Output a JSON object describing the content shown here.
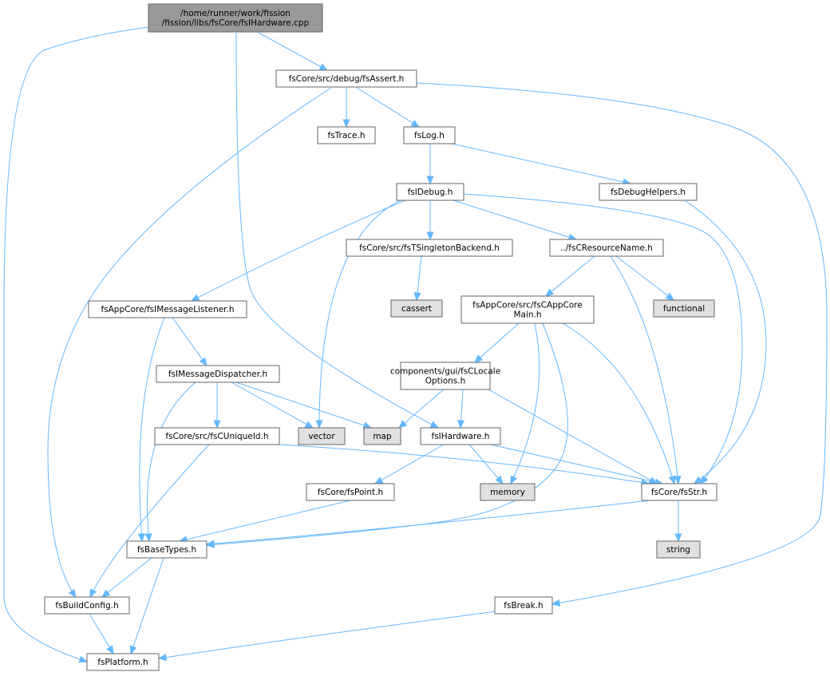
{
  "colors": {
    "edge": "#63b8ff",
    "root_fill": "#999999",
    "node_fill": "#ffffff",
    "external_fill": "#e0e0e0",
    "node_stroke": "#666666"
  },
  "nodes": [
    {
      "id": "root",
      "kind": "root",
      "lines": [
        "/home/runner/work/fission",
        "/fission/libs/fsCore/fsIHardware.cpp"
      ]
    },
    {
      "id": "fsAssert",
      "kind": "file",
      "lines": [
        "fsCore/src/debug/fsAssert.h"
      ]
    },
    {
      "id": "fsTrace",
      "kind": "file",
      "lines": [
        "fsTrace.h"
      ]
    },
    {
      "id": "fsLog",
      "kind": "file",
      "lines": [
        "fsLog.h"
      ]
    },
    {
      "id": "fsIDebug",
      "kind": "file",
      "lines": [
        "fsIDebug.h"
      ]
    },
    {
      "id": "fsDebugHelpers",
      "kind": "file",
      "lines": [
        "fsDebugHelpers.h"
      ]
    },
    {
      "id": "fsTSingletonBackend",
      "kind": "file",
      "lines": [
        "fsCore/src/fsTSingletonBackend.h"
      ]
    },
    {
      "id": "fsCResourceName",
      "kind": "file",
      "lines": [
        "../fsCResourceName.h"
      ]
    },
    {
      "id": "cassert",
      "kind": "external",
      "lines": [
        "cassert"
      ]
    },
    {
      "id": "functional",
      "kind": "external",
      "lines": [
        "functional"
      ]
    },
    {
      "id": "fsIMessageListener",
      "kind": "file",
      "lines": [
        "fsAppCore/fsIMessageListener.h"
      ]
    },
    {
      "id": "fsCAppCoreMain",
      "kind": "file",
      "lines": [
        "fsAppCore/src/fsCAppCore",
        "Main.h"
      ]
    },
    {
      "id": "fsIMessageDispatcher",
      "kind": "file",
      "lines": [
        "fsIMessageDispatcher.h"
      ]
    },
    {
      "id": "fsCLocaleOptions",
      "kind": "file",
      "lines": [
        "components/gui/fsCLocale",
        "Options.h"
      ]
    },
    {
      "id": "fsCUniqueId",
      "kind": "file",
      "lines": [
        "fsCore/src/fsCUniqueId.h"
      ]
    },
    {
      "id": "vector",
      "kind": "external",
      "lines": [
        "vector"
      ]
    },
    {
      "id": "map",
      "kind": "external",
      "lines": [
        "map"
      ]
    },
    {
      "id": "fsIHardware",
      "kind": "file",
      "lines": [
        "fsIHardware.h"
      ]
    },
    {
      "id": "fsPoint",
      "kind": "file",
      "lines": [
        "fsCore/fsPoint.h"
      ]
    },
    {
      "id": "memory",
      "kind": "external",
      "lines": [
        "memory"
      ]
    },
    {
      "id": "fsStr",
      "kind": "file",
      "lines": [
        "fsCore/fsStr.h"
      ]
    },
    {
      "id": "fsBaseTypes",
      "kind": "file",
      "lines": [
        "fsBaseTypes.h"
      ]
    },
    {
      "id": "string",
      "kind": "external",
      "lines": [
        "string"
      ]
    },
    {
      "id": "fsBuildConfig",
      "kind": "file",
      "lines": [
        "fsBuildConfig.h"
      ]
    },
    {
      "id": "fsBreak",
      "kind": "file",
      "lines": [
        "fsBreak.h"
      ]
    },
    {
      "id": "fsPlatform",
      "kind": "file",
      "lines": [
        "fsPlatform.h"
      ]
    }
  ],
  "edges": [
    {
      "from": "root",
      "to": "fsAssert"
    },
    {
      "from": "root",
      "to": "fsPlatform"
    },
    {
      "from": "root",
      "to": "fsIHardware"
    },
    {
      "from": "fsAssert",
      "to": "fsTrace"
    },
    {
      "from": "fsAssert",
      "to": "fsLog"
    },
    {
      "from": "fsAssert",
      "to": "fsBuildConfig"
    },
    {
      "from": "fsAssert",
      "to": "fsBreak"
    },
    {
      "from": "fsLog",
      "to": "fsIDebug"
    },
    {
      "from": "fsLog",
      "to": "fsDebugHelpers"
    },
    {
      "from": "fsDebugHelpers",
      "to": "fsStr"
    },
    {
      "from": "fsIDebug",
      "to": "fsTSingletonBackend"
    },
    {
      "from": "fsIDebug",
      "to": "fsCResourceName"
    },
    {
      "from": "fsIDebug",
      "to": "fsIMessageListener"
    },
    {
      "from": "fsIDebug",
      "to": "vector"
    },
    {
      "from": "fsIDebug",
      "to": "fsStr"
    },
    {
      "from": "fsTSingletonBackend",
      "to": "cassert"
    },
    {
      "from": "fsCResourceName",
      "to": "fsCAppCoreMain"
    },
    {
      "from": "fsCResourceName",
      "to": "functional"
    },
    {
      "from": "fsCResourceName",
      "to": "fsStr"
    },
    {
      "from": "fsCAppCoreMain",
      "to": "fsCLocaleOptions"
    },
    {
      "from": "fsCAppCoreMain",
      "to": "memory"
    },
    {
      "from": "fsCAppCoreMain",
      "to": "fsStr"
    },
    {
      "from": "fsCAppCoreMain",
      "to": "fsBaseTypes"
    },
    {
      "from": "fsIMessageListener",
      "to": "fsIMessageDispatcher"
    },
    {
      "from": "fsIMessageListener",
      "to": "fsBaseTypes"
    },
    {
      "from": "fsIMessageDispatcher",
      "to": "fsCUniqueId"
    },
    {
      "from": "fsIMessageDispatcher",
      "to": "vector"
    },
    {
      "from": "fsIMessageDispatcher",
      "to": "map"
    },
    {
      "from": "fsIMessageDispatcher",
      "to": "fsBaseTypes"
    },
    {
      "from": "fsCLocaleOptions",
      "to": "map"
    },
    {
      "from": "fsCLocaleOptions",
      "to": "fsIHardware"
    },
    {
      "from": "fsCLocaleOptions",
      "to": "fsStr"
    },
    {
      "from": "fsCUniqueId",
      "to": "fsStr"
    },
    {
      "from": "fsCUniqueId",
      "to": "fsBuildConfig"
    },
    {
      "from": "fsIHardware",
      "to": "fsPoint"
    },
    {
      "from": "fsIHardware",
      "to": "memory"
    },
    {
      "from": "fsIHardware",
      "to": "fsStr"
    },
    {
      "from": "fsPoint",
      "to": "fsBaseTypes"
    },
    {
      "from": "fsStr",
      "to": "string"
    },
    {
      "from": "fsStr",
      "to": "fsBaseTypes"
    },
    {
      "from": "fsBaseTypes",
      "to": "fsBuildConfig"
    },
    {
      "from": "fsBaseTypes",
      "to": "fsPlatform"
    },
    {
      "from": "fsBuildConfig",
      "to": "fsPlatform"
    },
    {
      "from": "fsBreak",
      "to": "fsPlatform"
    }
  ]
}
